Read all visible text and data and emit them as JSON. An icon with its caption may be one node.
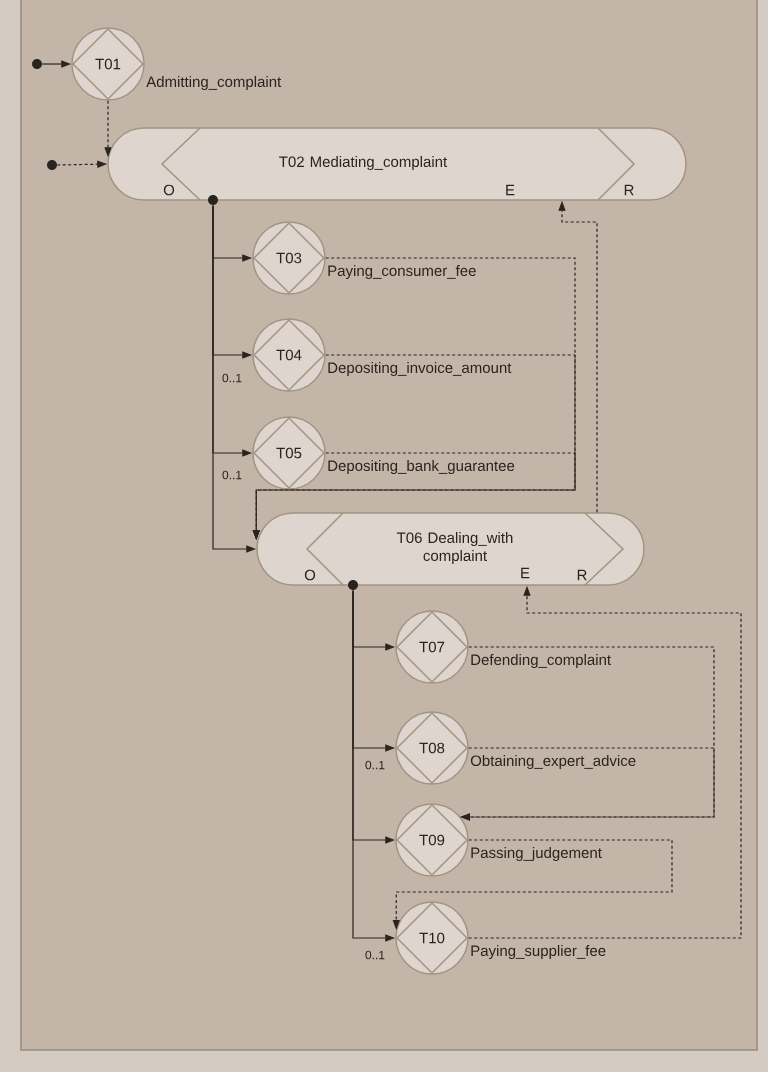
{
  "diagram": {
    "nodes": [
      {
        "text": [],
        "shape": "circle"
      },
      {
        "text": [
          "T01"
        ],
        "beside": [
          "Admitting_complaint"
        ]
      },
      {
        "text": [],
        "shape": "circle"
      },
      {
        "text": [
          "T02 Mediating_complaint",
          "O",
          "E",
          "R"
        ]
      },
      {
        "text": [
          "T03"
        ],
        "beside": [
          "Paying_consumer_fee"
        ]
      },
      {
        "text": [
          "T04"
        ],
        "beside": [
          "Depositing_invoice_amount"
        ]
      },
      {
        "text": [
          "T05"
        ],
        "beside": [
          "Depositing_bank_guarantee"
        ]
      },
      {
        "text": [
          "T06 Dealing_with complaint",
          "O",
          "E",
          "R"
        ]
      },
      {
        "text": [
          "T07"
        ],
        "beside": [
          "Defending_complaint"
        ]
      },
      {
        "text": [
          "T08"
        ],
        "beside": [
          "Obtaining_expert_advice"
        ]
      },
      {
        "text": [
          "T09"
        ],
        "beside": [
          "Passing_judgement"
        ]
      },
      {
        "text": [
          "T10"
        ],
        "beside": [
          "Paying_supplier_fee"
        ]
      }
    ],
    "edges": [
      {
        "from": 0,
        "to": 1,
        "arrow": "to"
      },
      {
        "from": 2,
        "to": 3,
        "arrow": "to",
        "style": "dashed"
      },
      {
        "from": 1,
        "to": 3,
        "arrow": "to",
        "style": "dashed"
      },
      {
        "from": 3,
        "to": 4,
        "arrow": "to"
      },
      {
        "from": 3,
        "to": 5,
        "arrow": "to",
        "label": "0..1"
      },
      {
        "from": 3,
        "to": 6,
        "arrow": "to",
        "label": "0..1"
      },
      {
        "from": 3,
        "to": 7,
        "arrow": "to"
      },
      {
        "from": 4,
        "to": 7,
        "arrow": "to",
        "style": "dashed"
      },
      {
        "from": 5,
        "to": 7,
        "arrow": "to",
        "style": "dashed"
      },
      {
        "from": 6,
        "to": 7,
        "arrow": "to",
        "style": "dashed"
      },
      {
        "from": 7,
        "to": 3,
        "arrow": "to",
        "style": "dashed"
      },
      {
        "from": 7,
        "to": 8,
        "arrow": "to"
      },
      {
        "from": 7,
        "to": 9,
        "arrow": "to",
        "label": "0..1"
      },
      {
        "from": 7,
        "to": 10,
        "arrow": "to"
      },
      {
        "from": 7,
        "to": 11,
        "arrow": "to",
        "label": "0..1"
      },
      {
        "from": 8,
        "to": 10,
        "arrow": "to",
        "style": "dashed"
      },
      {
        "from": 9,
        "to": 10,
        "arrow": "to",
        "style": "dashed"
      },
      {
        "from": 10,
        "to": 11,
        "arrow": "to",
        "style": "dashed"
      },
      {
        "from": 11,
        "to": 7,
        "arrow": "to",
        "style": "dashed"
      }
    ]
  }
}
